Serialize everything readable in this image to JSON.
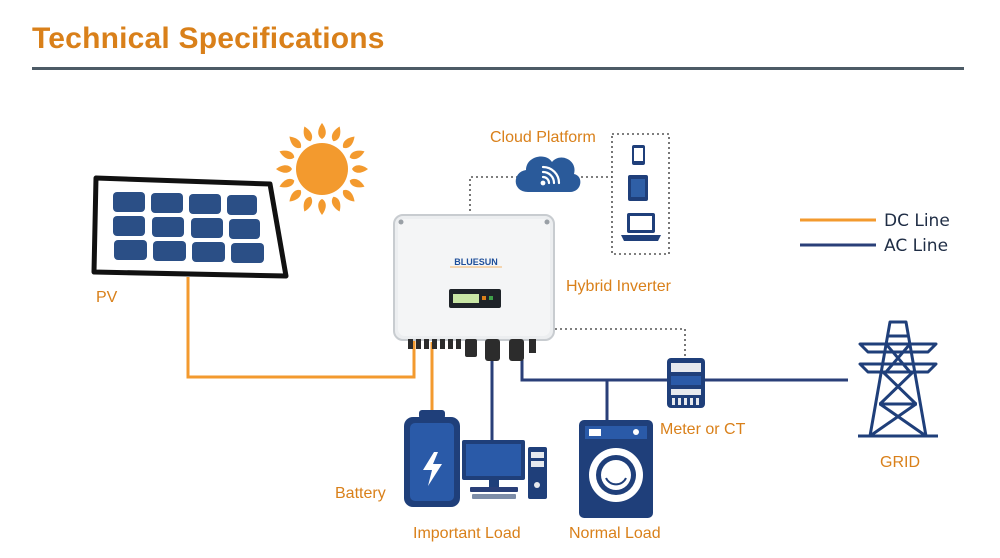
{
  "header": {
    "title": "Technical Specifications"
  },
  "labels": {
    "pv": "PV",
    "cloud_platform": "Cloud Platform",
    "hybrid_inverter": "Hybrid Inverter",
    "battery": "Battery",
    "important_load": "Important Load",
    "normal_load": "Normal Load",
    "meter": "Meter or CT",
    "grid": "GRID"
  },
  "inverter": {
    "brand": "BLUESUN"
  },
  "legend": [
    {
      "label": "DC Line",
      "color": "#f39a2e"
    },
    {
      "label": "AC Line",
      "color": "#2a3f78"
    }
  ],
  "colors": {
    "accent": "#d9801a",
    "dc_line": "#f39a2e",
    "ac_line": "#2a3f78",
    "device_blue": "#1f3f7a",
    "panel_cell": "#2b4f86"
  }
}
